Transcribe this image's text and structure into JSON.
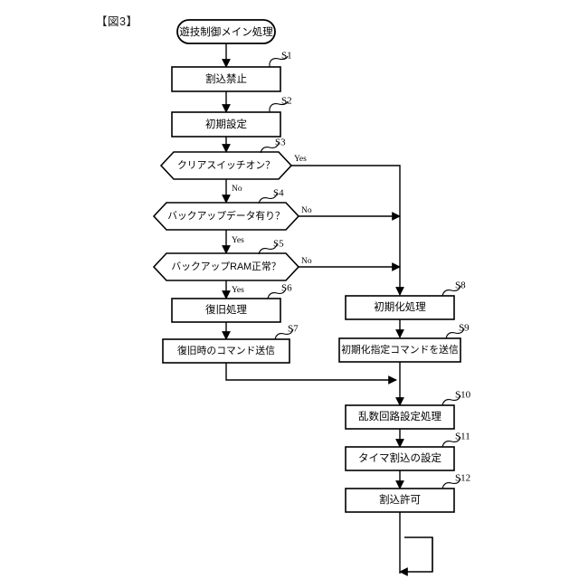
{
  "figure": {
    "label": "【図3】"
  },
  "flowchart": {
    "type": "flowchart",
    "terminator": {
      "id": "start",
      "label": "遊技制御メイン処理"
    },
    "nodes": [
      {
        "id": "S1",
        "step": "S1",
        "shape": "process",
        "label": "割込禁止"
      },
      {
        "id": "S2",
        "step": "S2",
        "shape": "process",
        "label": "初期設定"
      },
      {
        "id": "S3",
        "step": "S3",
        "shape": "decision",
        "label": "クリアスイッチオン？"
      },
      {
        "id": "S4",
        "step": "S4",
        "shape": "decision",
        "label": "バックアップデータ有り？"
      },
      {
        "id": "S5",
        "step": "S5",
        "shape": "decision",
        "label": "バックアップRAM正常？"
      },
      {
        "id": "S6",
        "step": "S6",
        "shape": "process",
        "label": "復旧処理"
      },
      {
        "id": "S7",
        "step": "S7",
        "shape": "process",
        "label": "復旧時のコマンド送信"
      },
      {
        "id": "S8",
        "step": "S8",
        "shape": "process",
        "label": "初期化処理"
      },
      {
        "id": "S9",
        "step": "S9",
        "shape": "process",
        "label": "初期化指定コマンドを送信"
      },
      {
        "id": "S10",
        "step": "S10",
        "shape": "process",
        "label": "乱数回路設定処理"
      },
      {
        "id": "S11",
        "step": "S11",
        "shape": "process",
        "label": "タイマ割込の設定"
      },
      {
        "id": "S12",
        "step": "S12",
        "shape": "process",
        "label": "割込許可"
      }
    ],
    "branch_labels": {
      "s3_yes": "Yes",
      "s3_no": "No",
      "s4_no": "No",
      "s4_yes": "Yes",
      "s5_no": "No",
      "s5_yes": "Yes"
    },
    "loop": {
      "id": "loop-back",
      "label": ""
    },
    "colors": {
      "stroke": "#000000",
      "fill": "#ffffff",
      "text": "#000000",
      "background": "#ffffff"
    }
  }
}
